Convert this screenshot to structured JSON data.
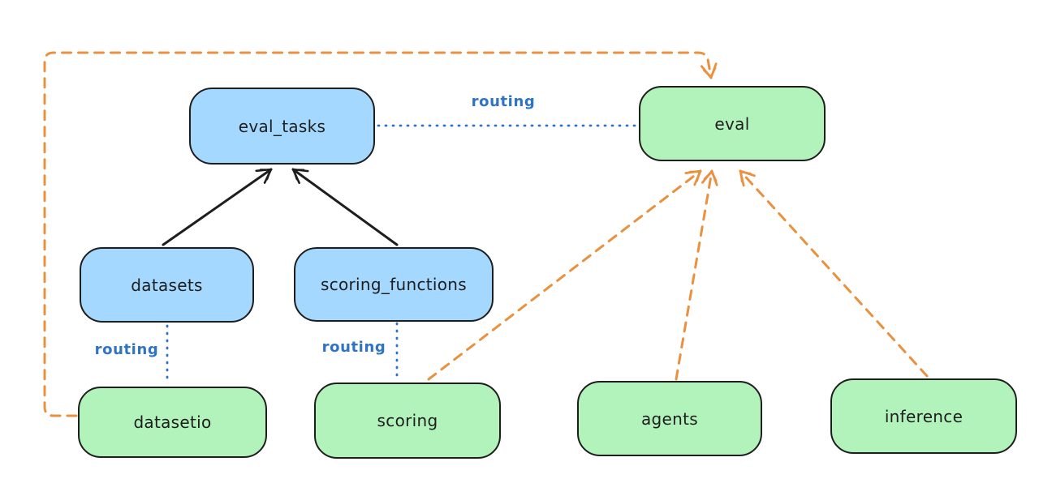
{
  "diagram": {
    "nodes": [
      {
        "id": "eval_tasks",
        "label": "eval_tasks",
        "color": "blue"
      },
      {
        "id": "eval",
        "label": "eval",
        "color": "green"
      },
      {
        "id": "datasets",
        "label": "datasets",
        "color": "blue"
      },
      {
        "id": "scoring_functions",
        "label": "scoring_functions",
        "color": "blue"
      },
      {
        "id": "datasetio",
        "label": "datasetio",
        "color": "green"
      },
      {
        "id": "scoring",
        "label": "scoring",
        "color": "green"
      },
      {
        "id": "agents",
        "label": "agents",
        "color": "green"
      },
      {
        "id": "inference",
        "label": "inference",
        "color": "green"
      }
    ],
    "edge_labels": {
      "main": "routing",
      "datasets": "routing",
      "scoring": "routing"
    },
    "edges": [
      {
        "from": "datasets",
        "to": "eval_tasks",
        "style": "solid-arrow",
        "color": "black"
      },
      {
        "from": "scoring_functions",
        "to": "eval_tasks",
        "style": "solid-arrow",
        "color": "black"
      },
      {
        "from": "eval_tasks",
        "to": "eval",
        "style": "dotted",
        "color": "blue",
        "label": "routing"
      },
      {
        "from": "datasets",
        "to": "datasetio",
        "style": "dotted",
        "color": "blue",
        "label": "routing"
      },
      {
        "from": "scoring_functions",
        "to": "scoring",
        "style": "dotted",
        "color": "blue",
        "label": "routing"
      },
      {
        "from": "datasetio",
        "to": "eval",
        "style": "dashed-arrow",
        "color": "orange"
      },
      {
        "from": "scoring",
        "to": "eval",
        "style": "dashed-arrow",
        "color": "orange"
      },
      {
        "from": "agents",
        "to": "eval",
        "style": "dashed-arrow",
        "color": "orange"
      },
      {
        "from": "inference",
        "to": "eval",
        "style": "dashed-arrow",
        "color": "orange"
      }
    ],
    "colors": {
      "node_blue_fill": "#a5d8ff",
      "node_green_fill": "#b2f2bb",
      "node_stroke": "#1e1e1e",
      "routing_blue": "#2f74c4",
      "arrow_orange": "#e9913e",
      "background": "#ffffff"
    }
  }
}
